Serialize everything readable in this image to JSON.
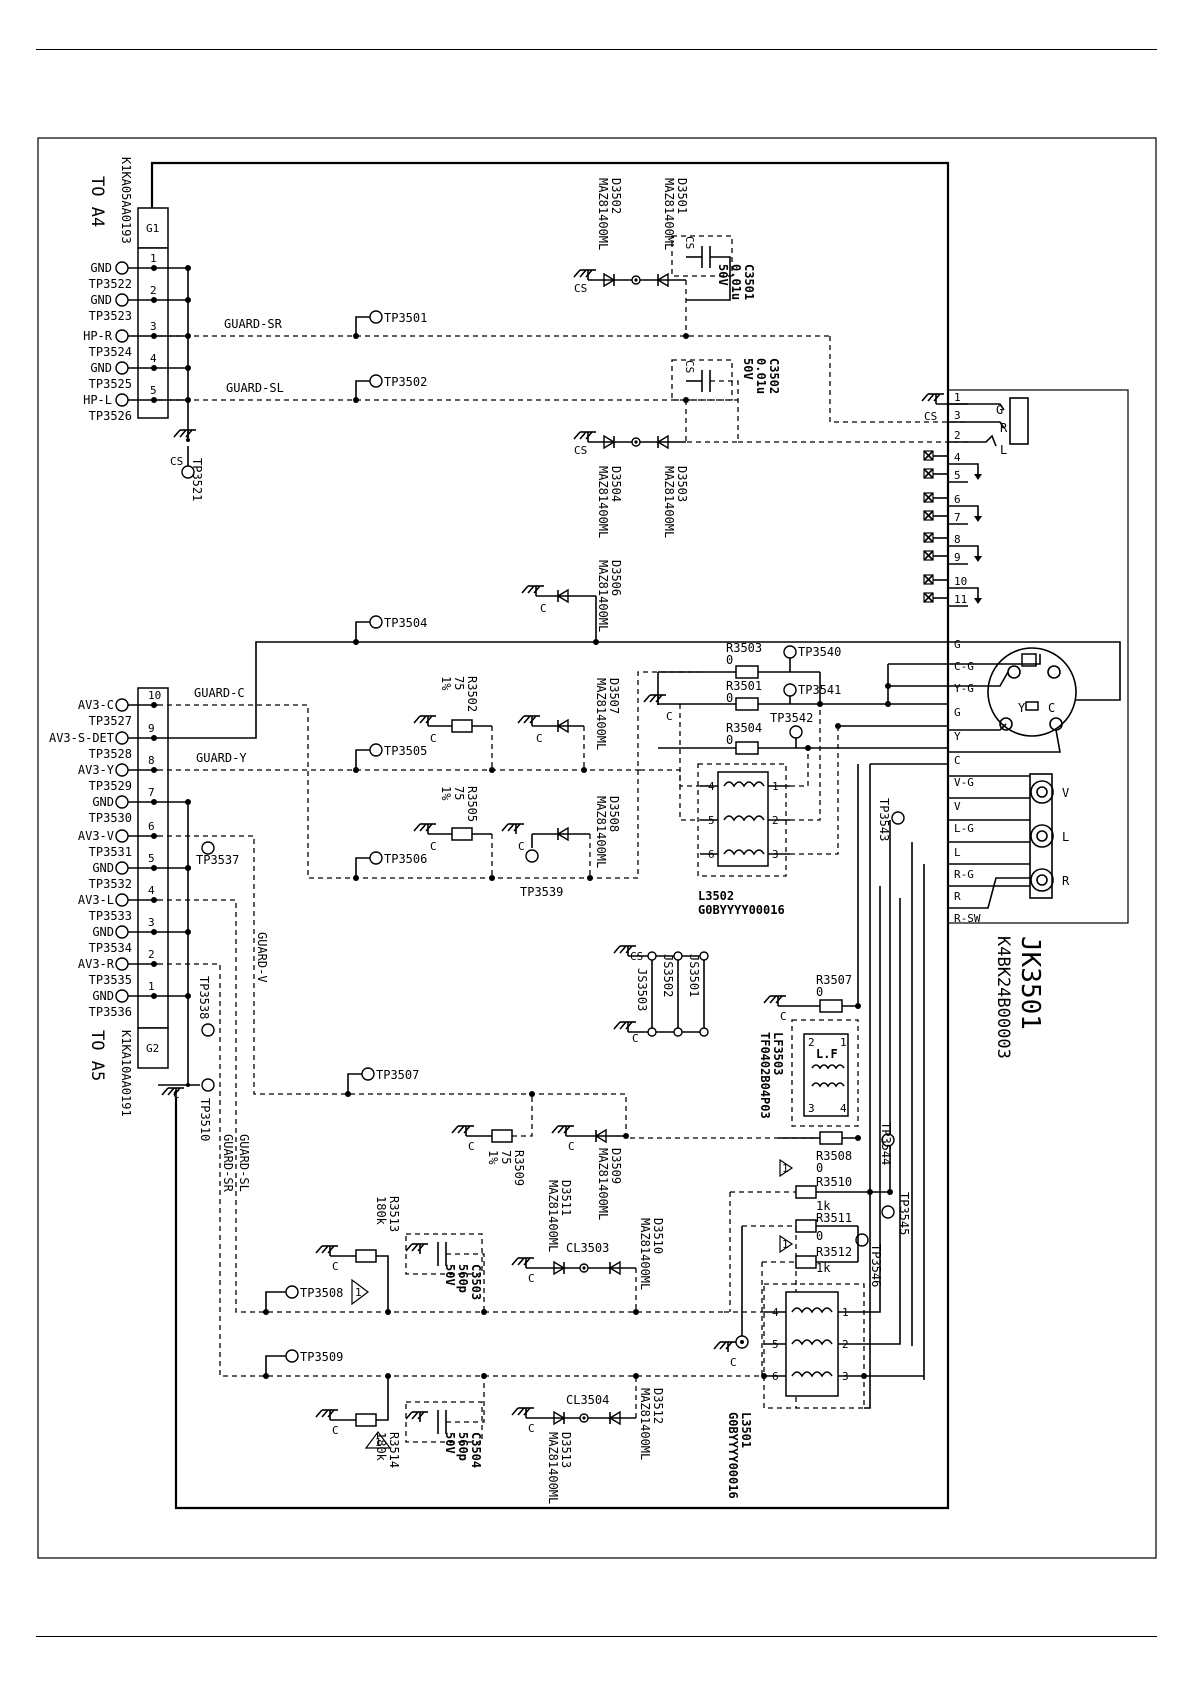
{
  "connector_a4": {
    "part_no": "K1KA05AA0193",
    "destination": "TO A4",
    "ground_tab": "G1",
    "pins": [
      {
        "num": "1",
        "signal": "GND",
        "tp": "TP3522"
      },
      {
        "num": "2",
        "signal": "GND",
        "tp": "TP3523"
      },
      {
        "num": "3",
        "signal": "HP-R",
        "tp": "TP3524"
      },
      {
        "num": "4",
        "signal": "GND",
        "tp": "TP3525"
      },
      {
        "num": "5",
        "signal": "HP-L",
        "tp": "TP3526"
      }
    ],
    "ground_tp": "TP3521",
    "cs_label": "CS"
  },
  "connector_a5": {
    "part_no": "K1KA10AA0191",
    "destination": "TO A5",
    "ground_tab": "G2",
    "pins": [
      {
        "num": "10",
        "signal": "AV3-C",
        "tp": "TP3527"
      },
      {
        "num": "9",
        "signal": "AV3-S-DET",
        "tp": "TP3528"
      },
      {
        "num": "8",
        "signal": "AV3-Y",
        "tp": "TP3529"
      },
      {
        "num": "7",
        "signal": "GND",
        "tp": "TP3530"
      },
      {
        "num": "6",
        "signal": "AV3-V",
        "tp": "TP3531"
      },
      {
        "num": "5",
        "signal": "GND",
        "tp": "TP3532"
      },
      {
        "num": "4",
        "signal": "AV3-L",
        "tp": "TP3533"
      },
      {
        "num": "3",
        "signal": "GND",
        "tp": "TP3534"
      },
      {
        "num": "2",
        "signal": "AV3-R",
        "tp": "TP3535"
      },
      {
        "num": "1",
        "signal": "GND",
        "tp": "TP3536"
      }
    ],
    "ground_tp": "TP3510"
  },
  "guards": {
    "sr": "GUARD-SR",
    "sl": "GUARD-SL",
    "c": "GUARD-C",
    "y": "GUARD-Y",
    "v": "GUARD-V"
  },
  "test_points": {
    "tp3501": "TP3501",
    "tp3502": "TP3502",
    "tp3504": "TP3504",
    "tp3505": "TP3505",
    "tp3506": "TP3506",
    "tp3507": "TP3507",
    "tp3508": "TP3508",
    "tp3509": "TP3509",
    "tp3537": "TP3537",
    "tp3538": "TP3538",
    "tp3539": "TP3539",
    "tp3540": "TP3540",
    "tp3541": "TP3541",
    "tp3542": "TP3542",
    "tp3543": "TP3543",
    "tp3544": "TP3544",
    "tp3545": "TP3545",
    "tp3546": "TP3546"
  },
  "diodes": {
    "d3501": {
      "ref": "D3501",
      "part": "MAZ81400ML"
    },
    "d3502": {
      "ref": "D3502",
      "part": "MAZ81400ML"
    },
    "d3503": {
      "ref": "D3503",
      "part": "MAZ81400ML"
    },
    "d3504": {
      "ref": "D3504",
      "part": "MAZ81400ML"
    },
    "d3506": {
      "ref": "D3506",
      "part": "MAZ81400ML"
    },
    "d3507": {
      "ref": "D3507",
      "part": "MAZ81400ML"
    },
    "d3508": {
      "ref": "D3508",
      "part": "MAZ81400ML"
    },
    "d3509": {
      "ref": "D3509",
      "part": "MAZ81400ML"
    },
    "d3510": {
      "ref": "D3510",
      "part": "MAZ81400ML"
    },
    "d3511": {
      "ref": "D3511",
      "part": "MAZ81400ML"
    },
    "d3512": {
      "ref": "D3512",
      "part": "MAZ81400ML"
    },
    "d3513": {
      "ref": "D3513",
      "part": "MAZ81400ML"
    }
  },
  "capacitors": {
    "c3501": {
      "ref": "C3501",
      "value": "0.01u",
      "voltage": "50V"
    },
    "c3502": {
      "ref": "C3502",
      "value": "0.01u",
      "voltage": "50V"
    },
    "c3503": {
      "ref": "C3503",
      "value": "560p",
      "voltage": "50V"
    },
    "c3504": {
      "ref": "C3504",
      "value": "560p",
      "voltage": "50V"
    }
  },
  "resistors": {
    "r3501": {
      "ref": "R3501",
      "value": "0"
    },
    "r3502": {
      "ref": "R3502",
      "value": "75",
      "tol": "1%"
    },
    "r3503": {
      "ref": "R3503",
      "value": "0"
    },
    "r3504": {
      "ref": "R3504",
      "value": "0"
    },
    "r3505": {
      "ref": "R3505",
      "value": "75",
      "tol": "1%"
    },
    "r3507": {
      "ref": "R3507",
      "value": "0"
    },
    "r3508": {
      "ref": "R3508",
      "value": "0"
    },
    "r3509": {
      "ref": "R3509",
      "value": "75",
      "tol": "1%"
    },
    "r3510": {
      "ref": "R3510",
      "value": "1k"
    },
    "r3511": {
      "ref": "R3511",
      "value": "0"
    },
    "r3512": {
      "ref": "R3512",
      "value": "1k"
    },
    "r3513": {
      "ref": "R3513",
      "value": "180k"
    },
    "r3514": {
      "ref": "R3514",
      "value": "180k"
    }
  },
  "clamps": {
    "cl3503": "CL3503",
    "cl3504": "CL3504"
  },
  "jumpers": {
    "js3501": "JS3501",
    "js3502": "JS3502",
    "js3503": "JS3503"
  },
  "filters": {
    "l3502": {
      "ref": "L3502",
      "part": "G0BYYYY00016"
    },
    "l3501": {
      "ref": "L3501",
      "part": "G0BYYYY00016"
    },
    "lf3503": {
      "ref": "LF3503",
      "part": "TF0402B04P03",
      "core": "L.F"
    }
  },
  "jack": {
    "ref": "JK3501",
    "part": "K4BK24B00003",
    "pins": [
      "1",
      "3",
      "2",
      "4",
      "5",
      "6",
      "7",
      "8",
      "9",
      "10",
      "11"
    ],
    "phone_labels": [
      "G",
      "R",
      "L"
    ],
    "terminals": [
      "G",
      "C-G",
      "Y-G",
      "G",
      "Y",
      "C",
      "V-G",
      "V",
      "L-G",
      "L",
      "R-G",
      "R",
      "R-SW"
    ],
    "s_video_labels": [
      "Y",
      "C"
    ],
    "rca_labels": [
      "V",
      "L",
      "R"
    ]
  },
  "misc": {
    "ground_c": "C",
    "ground_cs": "CS",
    "caution": "1",
    "pin_one": "1",
    "pin_two": "2",
    "pin_three": "3",
    "pin_four": "4",
    "pin_five": "5",
    "pin_six": "6"
  }
}
